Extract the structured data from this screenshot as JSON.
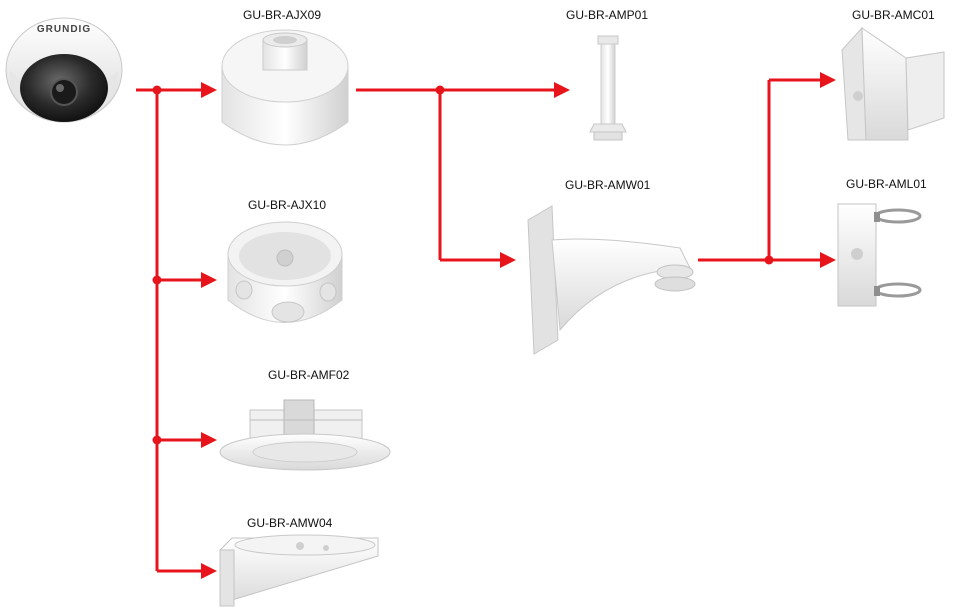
{
  "brand": "GRUNDIG",
  "products": {
    "ajx09": "GU-BR-AJX09",
    "ajx10": "GU-BR-AJX10",
    "amf02": "GU-BR-AMF02",
    "amw04": "GU-BR-AMW04",
    "amp01": "GU-BR-AMP01",
    "amw01": "GU-BR-AMW01",
    "amc01": "GU-BR-AMC01",
    "aml01": "GU-BR-AML01"
  },
  "colors": {
    "connector": "#e8141b",
    "device": "#f1f1f1",
    "device_shade": "#d3d3d3",
    "lens": "#2a2a2a"
  }
}
